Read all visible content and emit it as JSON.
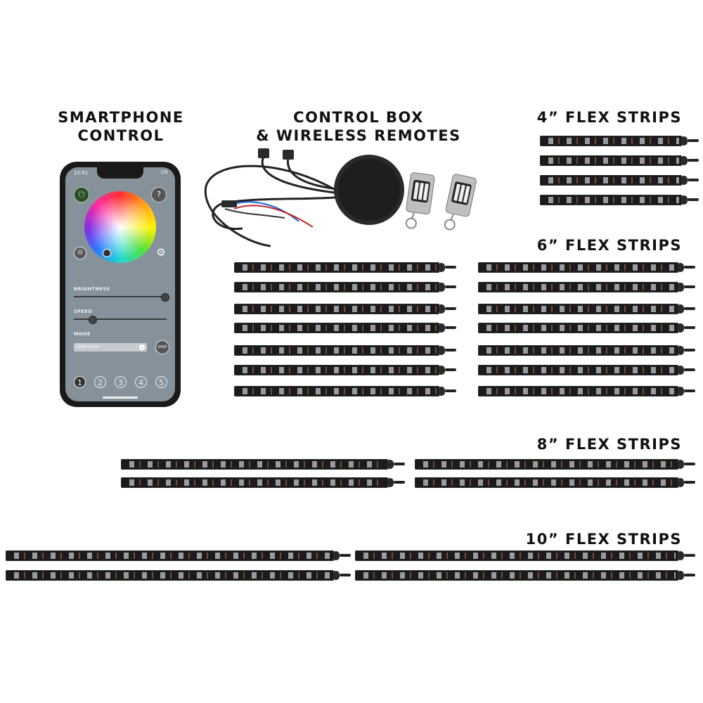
{
  "sections": {
    "smartphone_title": "SMARTPHONE\nCONTROL",
    "control_box_title": "CONTROL BOX\n& WIRELESS REMOTES",
    "strips_4": "4” FLEX STRIPS",
    "strips_6": "6” FLEX STRIPS",
    "strips_8": "8” FLEX STRIPS",
    "strips_10": "10” FLEX STRIPS"
  },
  "phone": {
    "time": "12:51",
    "network": "LTE",
    "brightness_label": "BRIGHTNESS",
    "brightness_value": 0.98,
    "speed_label": "SPEED",
    "speed_value": 0.2,
    "mode_label": "MODE",
    "mode_value": "Solid Color",
    "save_label": "SAVE",
    "help_glyph": "?",
    "presets": [
      "1",
      "2",
      "3",
      "4",
      "5"
    ],
    "active_preset": "1"
  },
  "colors": {
    "strip": "#1b1b1b",
    "led_white": "#9b9b9b",
    "led_amber": "#7a4b35",
    "screen_bg": "#86929b"
  }
}
